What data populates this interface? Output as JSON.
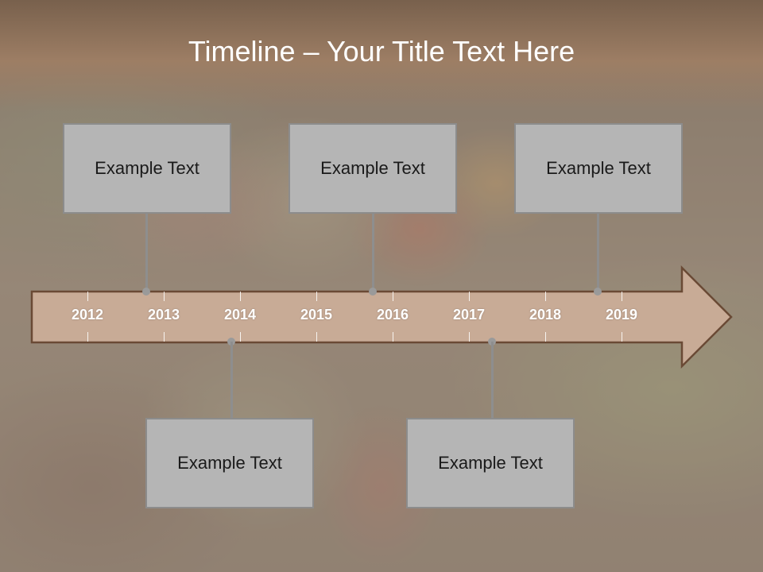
{
  "slide": {
    "title": "Timeline – Your Title Text Here"
  },
  "timeline": {
    "years": [
      "2012",
      "2013",
      "2014",
      "2015",
      "2016",
      "2017",
      "2018",
      "2019"
    ]
  },
  "events": {
    "top": [
      {
        "text": "Example Text"
      },
      {
        "text": "Example Text"
      },
      {
        "text": "Example Text"
      }
    ],
    "bottom": [
      {
        "text": "Example Text"
      },
      {
        "text": "Example Text"
      }
    ]
  },
  "colors": {
    "arrow_fill": "#c8ab96",
    "arrow_stroke": "#6a4a35",
    "box_fill": "#b5b5b5",
    "box_border": "#8c8c8c"
  }
}
